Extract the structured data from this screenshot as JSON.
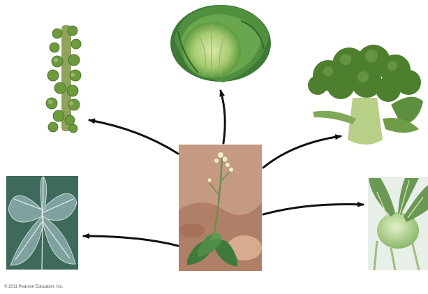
{
  "figure": {
    "center": {
      "image": "wild-mustard-plant"
    },
    "derived": [
      {
        "image": "brussels-sprouts"
      },
      {
        "image": "cabbage"
      },
      {
        "image": "broccoli"
      },
      {
        "image": "kale"
      },
      {
        "image": "kohlrabi"
      }
    ],
    "copyright": "© 2011 Pearson Education, Inc."
  },
  "colors": {
    "arrow": "#111111",
    "green_dark": "#2f5d2a",
    "green_mid": "#4f8a3c",
    "green_light": "#9cc46a",
    "soil": "#b98f78",
    "sky_kohlrabi": "#e8eee8"
  }
}
